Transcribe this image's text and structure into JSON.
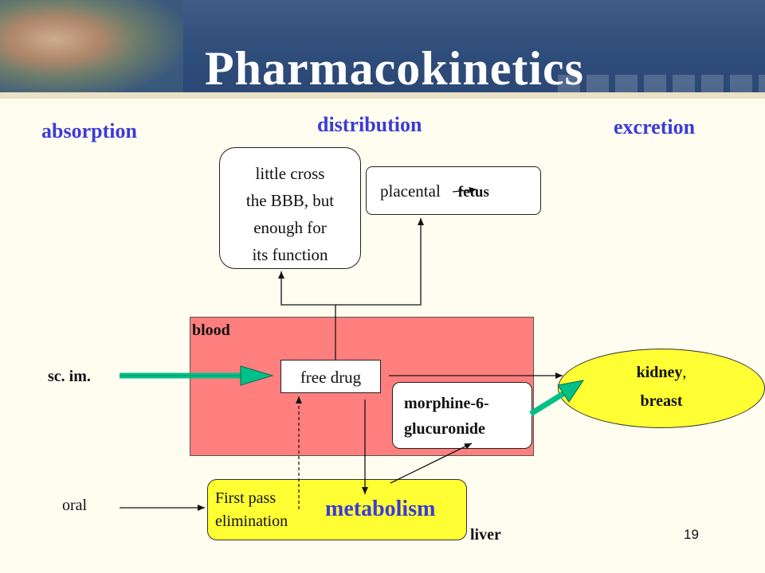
{
  "title": "Pharmacokinetics",
  "sections": {
    "absorption": "absorption",
    "distribution": "distribution",
    "excretion": "excretion"
  },
  "bbb_box": {
    "line1": "little cross",
    "line2": "the BBB, but",
    "line3": "enough for",
    "line4": "its function"
  },
  "placental_box": {
    "text": "placental",
    "fetus": "fetus"
  },
  "blood_label": "blood",
  "free_drug": "free drug",
  "metabolite": {
    "line1": "morphine-6-",
    "line2": "glucuronide"
  },
  "excretion_target": {
    "line1": "kidney",
    "sep": ",",
    "line2": "breast"
  },
  "liver_box": {
    "fp_line1": "First pass",
    "fp_line2": "elimination",
    "metabolism": "metabolism",
    "liver": "liver"
  },
  "routes": {
    "parenteral": "sc.  im.",
    "oral": "oral"
  },
  "page_number": "19",
  "colors": {
    "banner": "#2f4d7a",
    "section_text": "#3b3bd6",
    "blood": "#ff7f7f",
    "highlight_yellow": "#ffff33",
    "teal_arrow": "#00c08a"
  }
}
